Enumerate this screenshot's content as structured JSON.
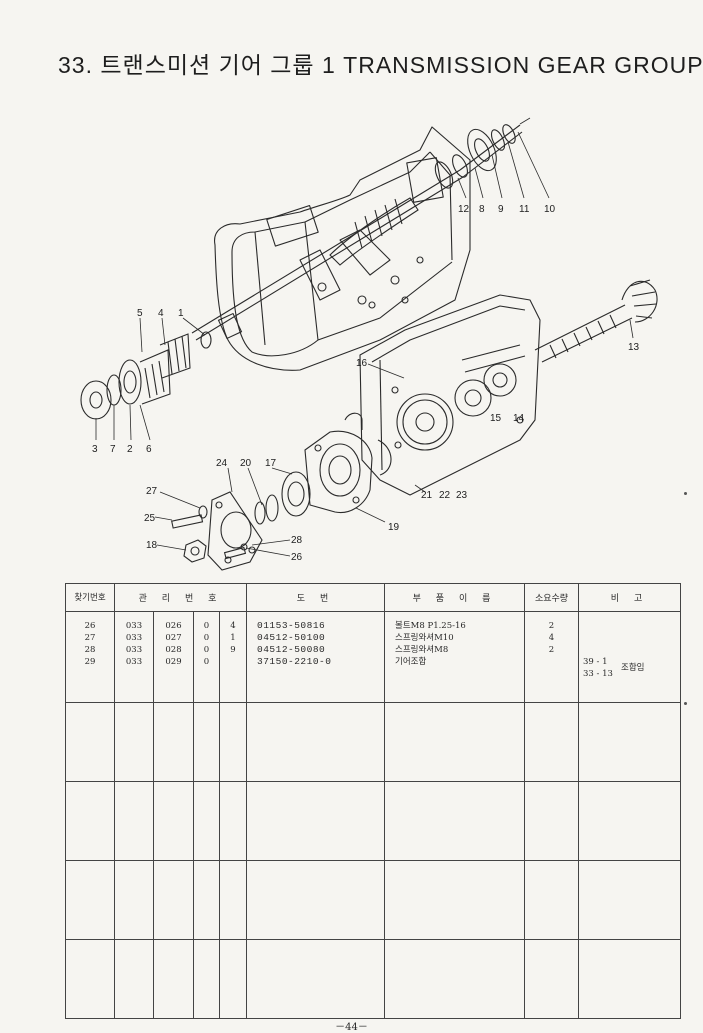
{
  "title": {
    "number": "33.",
    "korean": "트랜스미션 기어 그룹 1",
    "english": "TRANSMISSION GEAR GROUP Ⅰ"
  },
  "diagram": {
    "callouts": [
      "12",
      "8",
      "9",
      "11",
      "10",
      "5",
      "4",
      "1",
      "13",
      "16",
      "15",
      "14",
      "3",
      "7",
      "2",
      "6",
      "24",
      "20",
      "17",
      "27",
      "21",
      "22",
      "23",
      "25",
      "19",
      "18",
      "28",
      "26"
    ]
  },
  "table": {
    "headers": {
      "no": "찾기번호",
      "mgmt": "관 리 번 호",
      "drawing": "도 번",
      "name": "부 품 이 름",
      "qty": "소요수량",
      "remark": "비 고"
    },
    "rows": [
      {
        "no": "26",
        "m1": "033",
        "m2": "026",
        "m3": "0",
        "m4": "4",
        "drawing": "01153-50816",
        "name": "볼트M8 P1.25-16",
        "qty": "2"
      },
      {
        "no": "27",
        "m1": "033",
        "m2": "027",
        "m3": "0",
        "m4": "1",
        "drawing": "04512-50100",
        "name": "스프링와셔M10",
        "qty": "4"
      },
      {
        "no": "28",
        "m1": "033",
        "m2": "028",
        "m3": "0",
        "m4": "9",
        "drawing": "04512-50080",
        "name": "스프링와셔M8",
        "qty": "2"
      },
      {
        "no": "29",
        "m1": "033",
        "m2": "029",
        "m3": "0",
        "m4": "",
        "drawing": "37150-2210-0",
        "name": "기어조합",
        "qty": ""
      }
    ],
    "remark": {
      "line1": "39 - 1",
      "line2": "33 - 13",
      "note": "조합임"
    }
  },
  "footer": {
    "page": "－44－"
  }
}
